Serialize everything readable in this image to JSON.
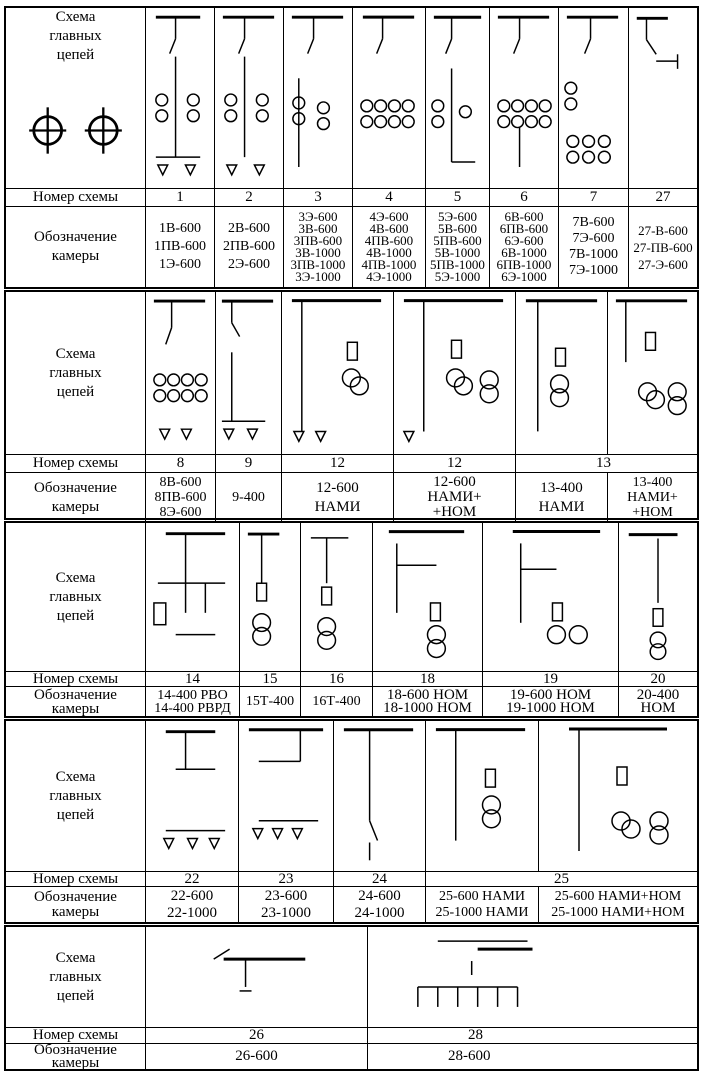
{
  "labels": {
    "scheme": [
      "Схема",
      "главных",
      "цепей"
    ],
    "number": "Номер схемы",
    "designation": [
      "Обозначение",
      "камеры"
    ]
  },
  "block1": {
    "numbers": [
      "1",
      "2",
      "3",
      "4",
      "5",
      "6",
      "7",
      "27"
    ],
    "designations": [
      [
        "1В-600",
        "1ПВ-600",
        "1Э-600"
      ],
      [
        "2В-600",
        "2ПВ-600",
        "2Э-600"
      ],
      [
        "3Э-600",
        "3В-600",
        "3ПВ-600",
        "3В-1000",
        "3ПВ-1000",
        "3Э-1000"
      ],
      [
        "4Э-600",
        "4В-600",
        "4ПВ-600",
        "4В-1000",
        "4ПВ-1000",
        "4Э-1000"
      ],
      [
        "5Э-600",
        "5В-600",
        "5ПВ-600",
        "5В-1000",
        "5ПВ-1000",
        "5Э-1000"
      ],
      [
        "6В-600",
        "6ПВ-600",
        "6Э-600",
        "6В-1000",
        "6ПВ-1000",
        "6Э-1000"
      ],
      [
        "7В-600",
        "7Э-600",
        "7В-1000",
        "7Э-1000"
      ],
      [
        "27-В-600",
        "27-ПВ-600",
        "27-Э-600"
      ]
    ]
  },
  "block2": {
    "numbers": [
      "8",
      "9",
      "12",
      "12",
      "13",
      "13"
    ],
    "designations": [
      [
        "8В-600",
        "8ПВ-600",
        "8Э-600"
      ],
      [
        "9-400"
      ],
      [
        "12-600",
        "НАМИ"
      ],
      [
        "12-600",
        "НАМИ+",
        "+НОМ"
      ],
      [
        "13-400",
        "НАМИ"
      ],
      [
        "13-400",
        "НАМИ+",
        "+НОМ"
      ]
    ]
  },
  "block3": {
    "numbers": [
      "14",
      "15",
      "16",
      "18",
      "19",
      "20"
    ],
    "designations": [
      [
        "14-400 РВО",
        "14-400 РВРД"
      ],
      [
        "15Т-400"
      ],
      [
        "16Т-400"
      ],
      [
        "18-600 НОМ",
        "18-1000 НОМ"
      ],
      [
        "19-600 НОМ",
        "19-1000 НОМ"
      ],
      [
        "20-400",
        "НОМ"
      ]
    ]
  },
  "block4": {
    "numbers": [
      "22",
      "23",
      "24",
      "25"
    ],
    "designations": [
      [
        "22-600",
        "22-1000"
      ],
      [
        "23-600",
        "23-1000"
      ],
      [
        "24-600",
        "24-1000"
      ],
      [
        "25-600 НАМИ",
        "25-1000 НАМИ"
      ],
      [
        "25-600 НАМИ+НОМ",
        "25-1000 НАМИ+НОМ"
      ]
    ]
  },
  "block5": {
    "numbers": [
      "26",
      "28"
    ],
    "designations": [
      [
        "26-600"
      ],
      [
        "28-600"
      ]
    ]
  }
}
